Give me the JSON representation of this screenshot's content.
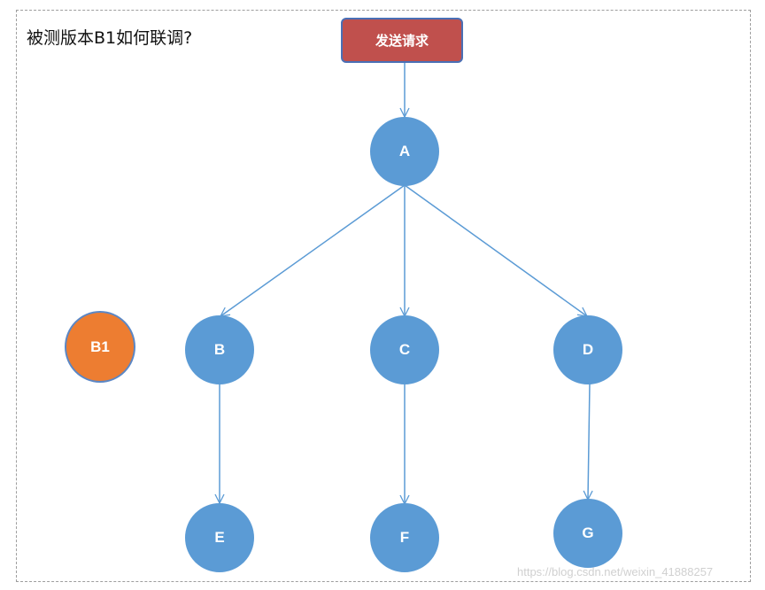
{
  "title": "被测版本B1如何联调?",
  "request_button": "发送请求",
  "nodes": {
    "A": "A",
    "B": "B",
    "C": "C",
    "D": "D",
    "E": "E",
    "F": "F",
    "G": "G",
    "B1": "B1"
  },
  "colors": {
    "node_blue": "#5b9bd5",
    "node_orange": "#ed7d31",
    "request_red": "#c0504d",
    "edge": "#5b9bd5"
  },
  "watermark": "https://blog.csdn.net/weixin_41888257"
}
